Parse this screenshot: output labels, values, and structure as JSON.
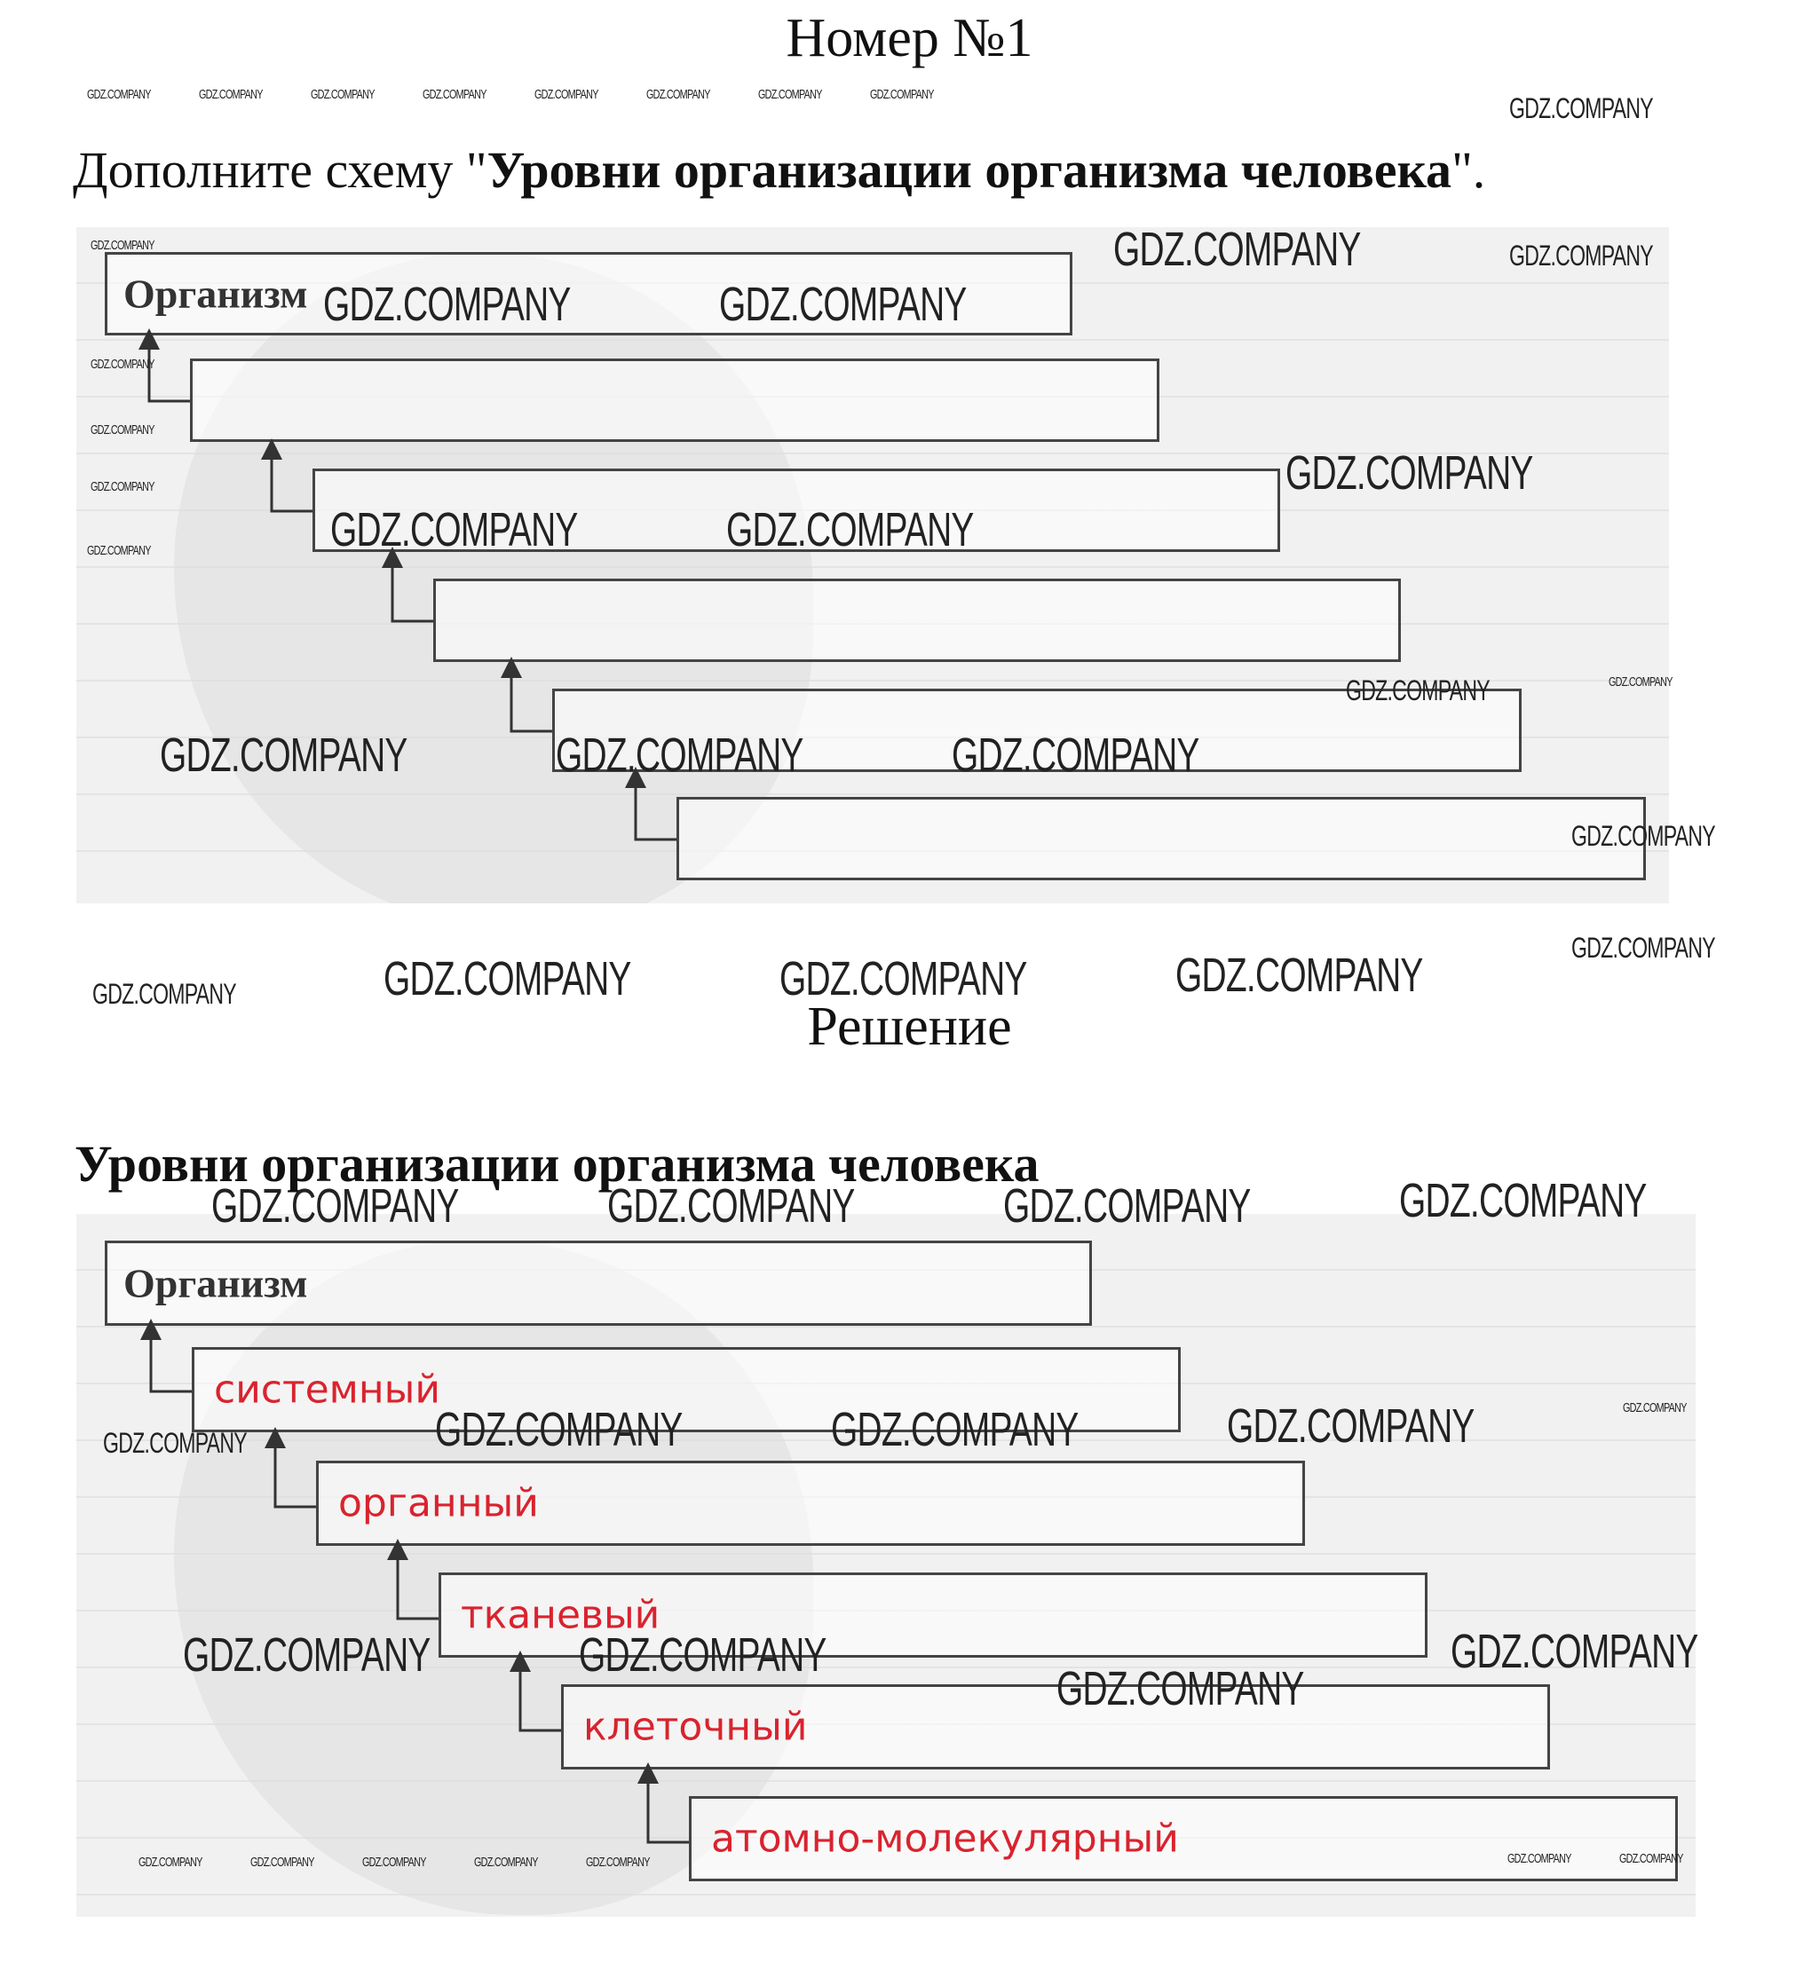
{
  "header": {
    "title": "Номер №1"
  },
  "task": {
    "prefix": "Дополните схему \"",
    "bold": "Уровни организации организма человека",
    "suffix": "\"."
  },
  "solution": {
    "title": "Решение"
  },
  "diagram": {
    "heading": "Уровни организации организма человека",
    "top_label": "Организм",
    "levels": [
      "системный",
      "органный",
      "тканевый",
      "клеточный",
      "атомно-молекулярный"
    ]
  },
  "watermark": {
    "text": "GDZ.COMPANY"
  },
  "colors": {
    "answer": "#d9232e",
    "box_border": "#444444",
    "scan_bg": "#f1f1f1"
  }
}
